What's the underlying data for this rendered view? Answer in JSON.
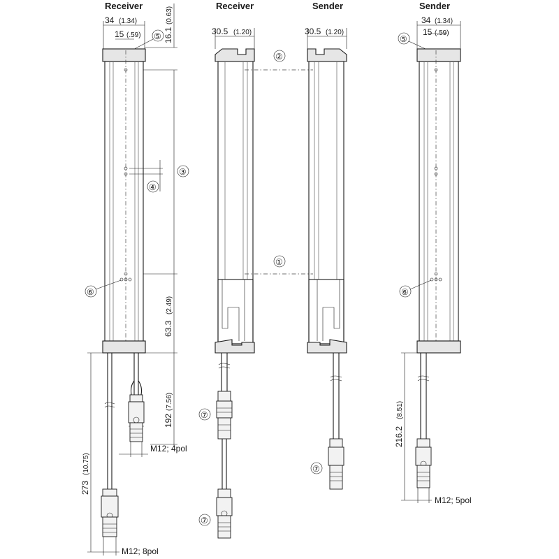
{
  "views": [
    {
      "title": "Receiver"
    },
    {
      "title": "Receiver"
    },
    {
      "title": "Sender"
    },
    {
      "title": "Sender"
    }
  ],
  "dimensions": {
    "width_34": "34",
    "width_34_in": "(1.34)",
    "width_15": "15",
    "width_15_in": "(.59)",
    "width_305_a": "30.5",
    "width_305_a_in": "(1.20)",
    "width_305_b": "30.5",
    "width_305_b_in": "(1.20)",
    "width_34_r": "34",
    "width_34_r_in": "(1.34)",
    "width_15_r": "15",
    "width_15_r_in": "(.59)",
    "top_161": "16.1",
    "top_161_in": "(0.63)",
    "bottom_633": "63.3",
    "bottom_633_in": "(2.49)",
    "cable_192": "192",
    "cable_192_in": "(7.56)",
    "cable_273": "273",
    "cable_273_in": "(10.75)",
    "cable_2162": "216.2",
    "cable_2162_in": "(8.51)"
  },
  "connectors": {
    "m12_4pol": "M12; 4pol",
    "m12_8pol": "M12; 8pol",
    "m12_5pol": "M12; 5pol"
  },
  "callouts": {
    "c1": "①",
    "c2": "②",
    "c3": "③",
    "c4": "④",
    "c5": "⑤",
    "c6": "⑥",
    "c7": "⑦"
  }
}
